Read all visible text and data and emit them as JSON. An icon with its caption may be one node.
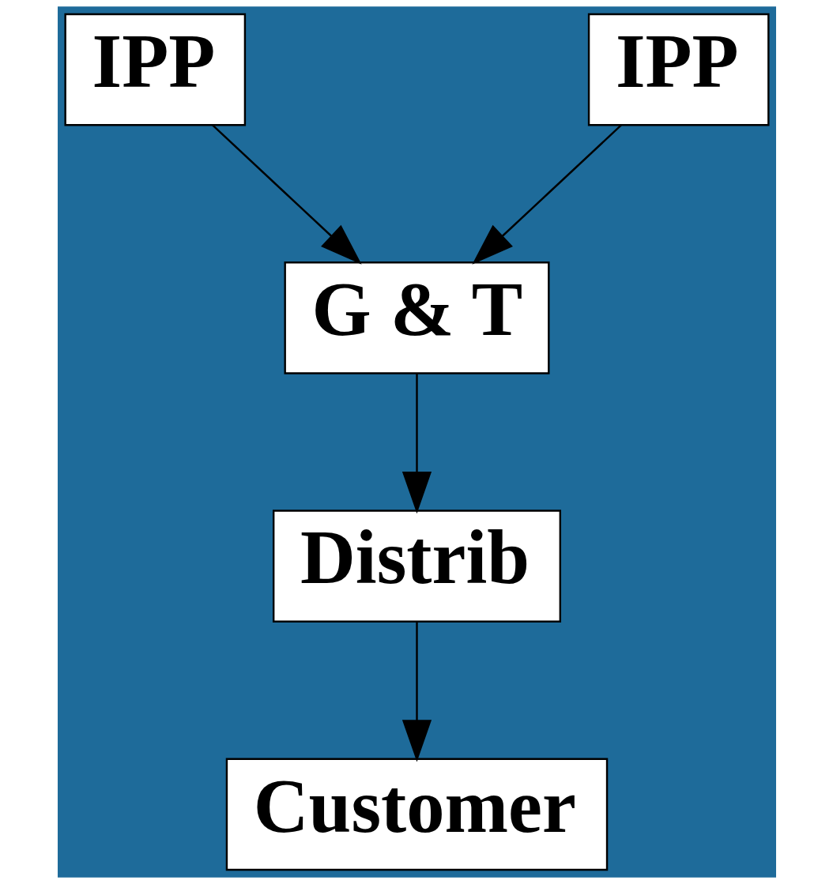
{
  "diagram": {
    "nodes": [
      {
        "text": [
          "IPP"
        ]
      },
      {
        "text": [
          "IPP"
        ]
      },
      {
        "text": [
          "G & T"
        ]
      },
      {
        "text": [
          "Distrib"
        ]
      },
      {
        "text": [
          "Customer"
        ]
      }
    ],
    "edges": [
      {
        "from": 0,
        "to": 2,
        "arrow": "to"
      },
      {
        "from": 1,
        "to": 2,
        "arrow": "to"
      },
      {
        "from": 2,
        "to": 3,
        "arrow": "to"
      },
      {
        "from": 3,
        "to": 4,
        "arrow": "to"
      }
    ]
  }
}
